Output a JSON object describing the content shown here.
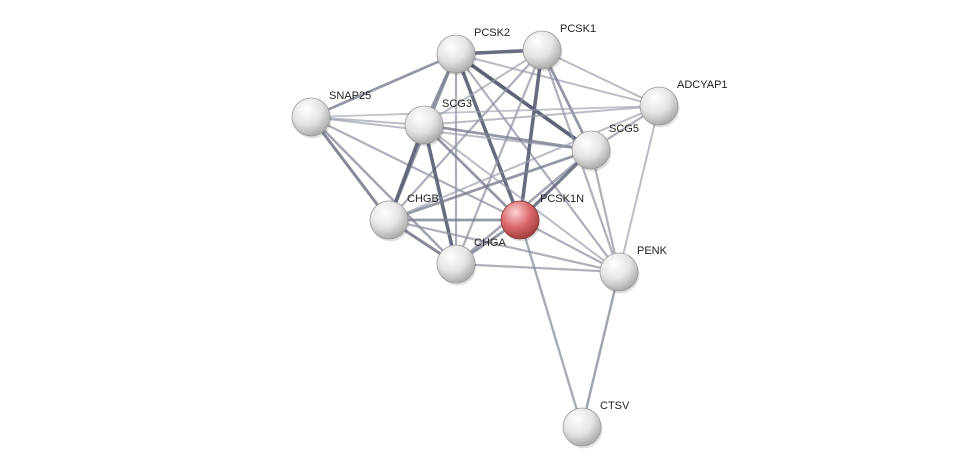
{
  "network": {
    "query_protein": "PCSK1N",
    "colors": {
      "node_fill": "#e4e4e4",
      "node_highlight": "#ffffff",
      "node_shade": "#a9a9a9",
      "query_fill": "#d9696b",
      "query_highlight": "#ffd2d2",
      "query_shade": "#a03c3e",
      "edge_strong": "#4d5268",
      "edge_weak": "#b7bac6",
      "label": "#222222"
    },
    "nodes": [
      {
        "id": "pcsk2",
        "label": "PCSK2",
        "icon": "protein-sphere-icon"
      },
      {
        "id": "pcsk1",
        "label": "PCSK1",
        "icon": "protein-sphere-icon"
      },
      {
        "id": "adcyap1",
        "label": "ADCYAP1",
        "icon": "protein-sphere-icon"
      },
      {
        "id": "snap25",
        "label": "SNAP25",
        "icon": "protein-sphere-icon"
      },
      {
        "id": "scg3",
        "label": "SCG3",
        "icon": "protein-sphere-icon"
      },
      {
        "id": "scg5",
        "label": "SCG5",
        "icon": "protein-sphere-icon"
      },
      {
        "id": "chgb",
        "label": "CHGB",
        "icon": "protein-sphere-icon"
      },
      {
        "id": "pcsk1n",
        "label": "PCSK1N",
        "icon": "protein-sphere-icon"
      },
      {
        "id": "chga",
        "label": "CHGA",
        "icon": "protein-sphere-icon"
      },
      {
        "id": "penk",
        "label": "PENK",
        "icon": "protein-sphere-icon"
      },
      {
        "id": "ctsv",
        "label": "CTSV",
        "icon": "protein-sphere-icon"
      }
    ],
    "edges": [
      {
        "source": "pcsk2",
        "target": "pcsk1",
        "strength": 0.9
      },
      {
        "source": "pcsk2",
        "target": "snap25",
        "strength": 0.6
      },
      {
        "source": "pcsk2",
        "target": "scg3",
        "strength": 0.6
      },
      {
        "source": "pcsk2",
        "target": "scg5",
        "strength": 0.95
      },
      {
        "source": "pcsk2",
        "target": "pcsk1n",
        "strength": 0.9
      },
      {
        "source": "pcsk2",
        "target": "chgb",
        "strength": 0.6
      },
      {
        "source": "pcsk2",
        "target": "chga",
        "strength": 0.4
      },
      {
        "source": "pcsk2",
        "target": "adcyap1",
        "strength": 0.3
      },
      {
        "source": "pcsk2",
        "target": "penk",
        "strength": 0.4
      },
      {
        "source": "pcsk1",
        "target": "pcsk1n",
        "strength": 0.9
      },
      {
        "source": "pcsk1",
        "target": "scg5",
        "strength": 0.6
      },
      {
        "source": "pcsk1",
        "target": "adcyap1",
        "strength": 0.3
      },
      {
        "source": "pcsk1",
        "target": "penk",
        "strength": 0.4
      },
      {
        "source": "pcsk1",
        "target": "chgb",
        "strength": 0.4
      },
      {
        "source": "pcsk1",
        "target": "chga",
        "strength": 0.4
      },
      {
        "source": "pcsk1",
        "target": "scg3",
        "strength": 0.3
      },
      {
        "source": "snap25",
        "target": "chgb",
        "strength": 0.7
      },
      {
        "source": "snap25",
        "target": "chga",
        "strength": 0.5
      },
      {
        "source": "snap25",
        "target": "scg5",
        "strength": 0.3
      },
      {
        "source": "snap25",
        "target": "adcyap1",
        "strength": 0.25
      },
      {
        "source": "snap25",
        "target": "scg3",
        "strength": 0.3
      },
      {
        "source": "snap25",
        "target": "pcsk1n",
        "strength": 0.4
      },
      {
        "source": "scg3",
        "target": "chgb",
        "strength": 0.9
      },
      {
        "source": "scg3",
        "target": "chga",
        "strength": 0.9
      },
      {
        "source": "scg3",
        "target": "scg5",
        "strength": 0.6
      },
      {
        "source": "scg3",
        "target": "pcsk1n",
        "strength": 0.6
      },
      {
        "source": "scg3",
        "target": "adcyap1",
        "strength": 0.3
      },
      {
        "source": "scg3",
        "target": "penk",
        "strength": 0.3
      },
      {
        "source": "chgb",
        "target": "chga",
        "strength": 0.7
      },
      {
        "source": "chgb",
        "target": "pcsk1n",
        "strength": 0.6
      },
      {
        "source": "chgb",
        "target": "scg5",
        "strength": 0.6
      },
      {
        "source": "chgb",
        "target": "penk",
        "strength": 0.4
      },
      {
        "source": "chgb",
        "target": "adcyap1",
        "strength": 0.3
      },
      {
        "source": "chga",
        "target": "pcsk1n",
        "strength": 0.6
      },
      {
        "source": "chga",
        "target": "scg5",
        "strength": 0.5
      },
      {
        "source": "chga",
        "target": "penk",
        "strength": 0.4
      },
      {
        "source": "scg5",
        "target": "pcsk1n",
        "strength": 0.8
      },
      {
        "source": "scg5",
        "target": "penk",
        "strength": 0.4
      },
      {
        "source": "scg5",
        "target": "adcyap1",
        "strength": 0.4
      },
      {
        "source": "pcsk1n",
        "target": "penk",
        "strength": 0.4
      },
      {
        "source": "pcsk1n",
        "target": "ctsv",
        "strength": 0.45
      },
      {
        "source": "penk",
        "target": "ctsv",
        "strength": 0.5
      },
      {
        "source": "penk",
        "target": "adcyap1",
        "strength": 0.3
      }
    ]
  }
}
